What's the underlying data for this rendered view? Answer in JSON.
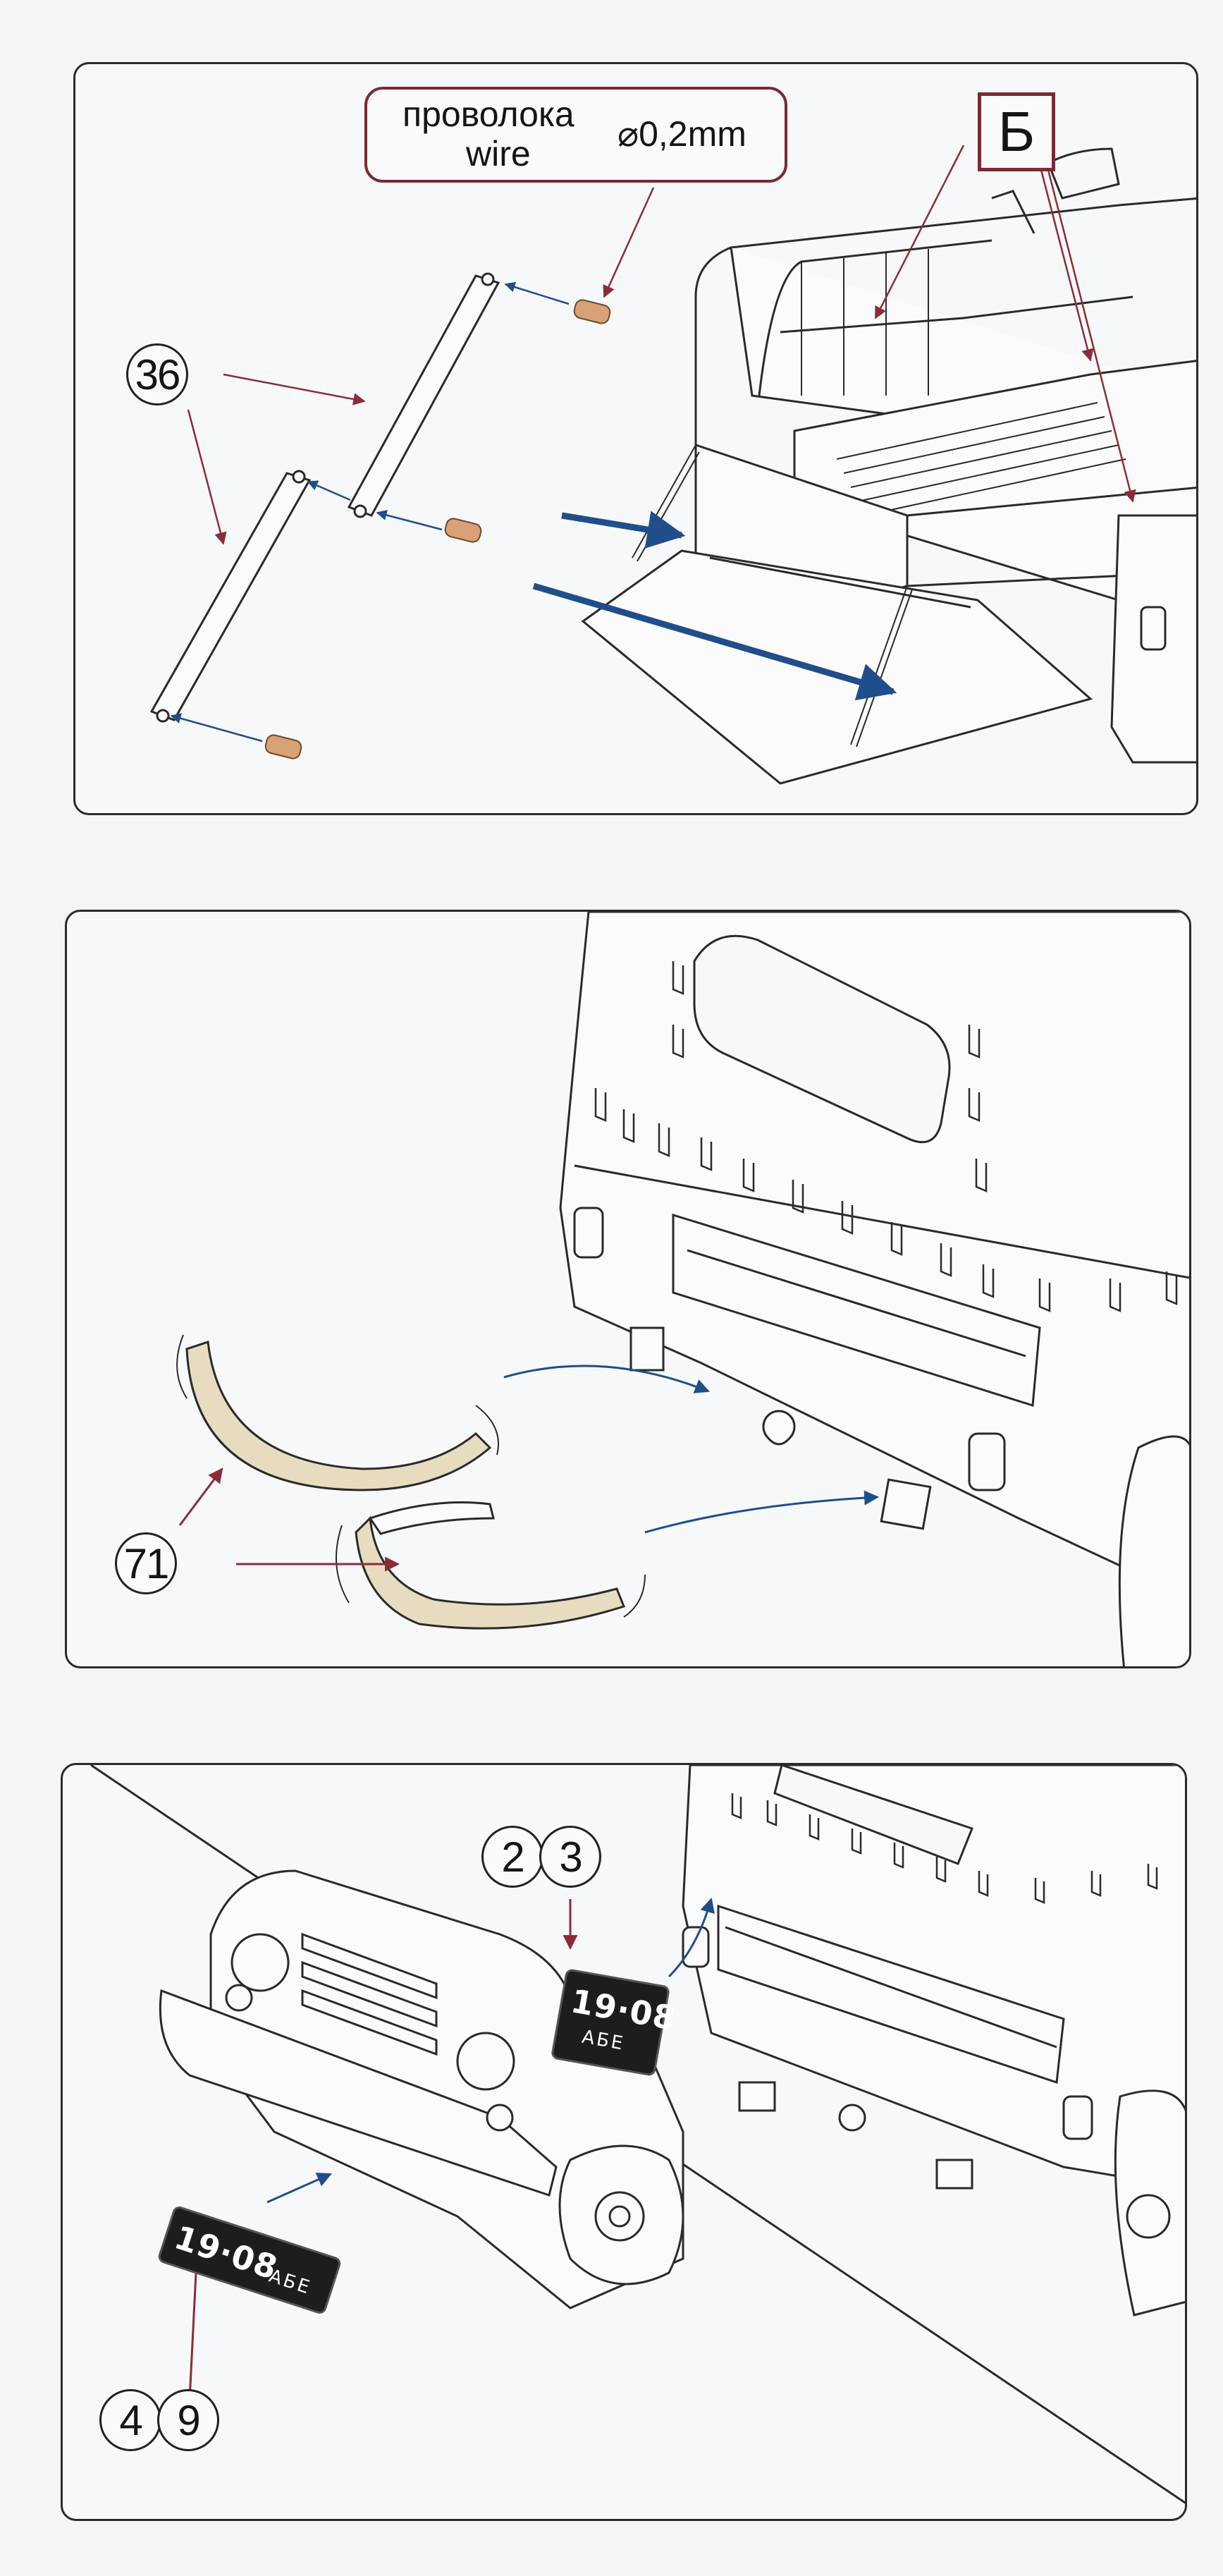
{
  "panel1": {
    "wire_label_ru": "проволока",
    "wire_label_en": "wire",
    "wire_size": "⌀0,2mm",
    "reference_mark": "Б",
    "part_callout": "36"
  },
  "panel2": {
    "part_callout": "71"
  },
  "panel3": {
    "rear_plate_callouts": [
      "2",
      "3"
    ],
    "front_plate_callouts": [
      "4",
      "9"
    ],
    "rear_plate": {
      "number": "19·08",
      "letters": "АБЕ"
    },
    "front_plate": {
      "number": "19·08",
      "letters": "АБЕ"
    }
  },
  "colors": {
    "callout_arrow": "#8b2c38",
    "assembly_arrow": "#1f4e8a",
    "part_fill": "#e7dcc0",
    "line_art": "#2a2a2a"
  }
}
